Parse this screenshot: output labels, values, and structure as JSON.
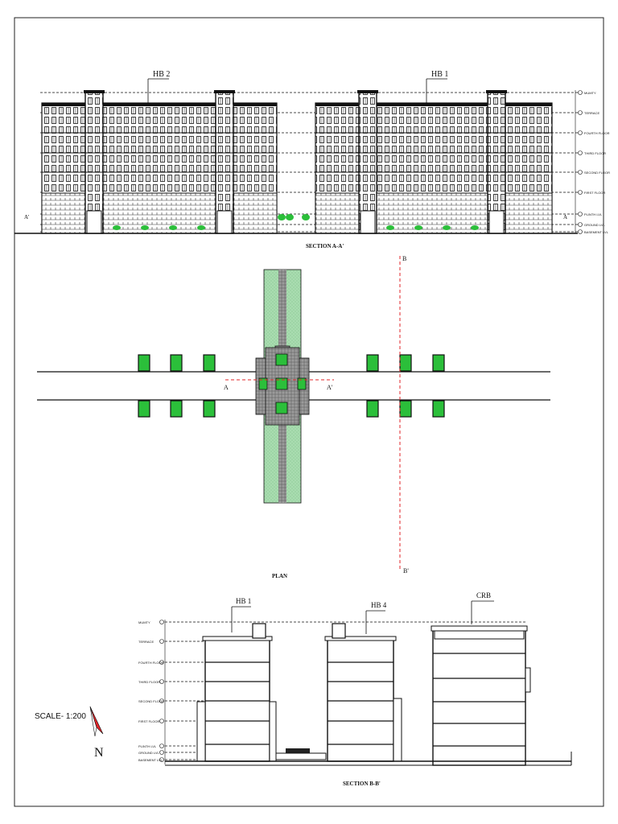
{
  "section_aa": {
    "title": "SECTION A-A'",
    "left_building": "HB 2",
    "right_building": "HB 1",
    "left_marker": "A'",
    "right_marker": "A",
    "levels": [
      "MUMTY",
      "TERRACE",
      "FOURTH FLOOR",
      "THIRD FLOOR",
      "SECOND FLOOR",
      "FIRST FLOOR",
      "PLINTH LVL",
      "GROUND LVL",
      "BASEMENT LVL"
    ]
  },
  "plan": {
    "title": "PLAN",
    "marker_a": "A",
    "marker_a_prime": "A'",
    "marker_b": "B",
    "marker_b_prime": "B'"
  },
  "section_bb": {
    "title": "SECTION B-B'",
    "buildings": [
      "HB 1",
      "HB 4",
      "CRB"
    ],
    "levels": [
      "MUMTY",
      "TERRACE",
      "FOURTH FLOOR",
      "THIRD FLOOR",
      "SECOND FLOOR",
      "FIRST FLOOR",
      "PLINTH LVL",
      "GROUND LVL",
      "BASEMENT LVL"
    ]
  },
  "scale": "SCALE- 1:200",
  "north": "N",
  "colors": {
    "line": "#111111",
    "landscape_green": "#9fd8a8",
    "tree_green": "#2bbf3a",
    "section_red": "#e0262a"
  }
}
